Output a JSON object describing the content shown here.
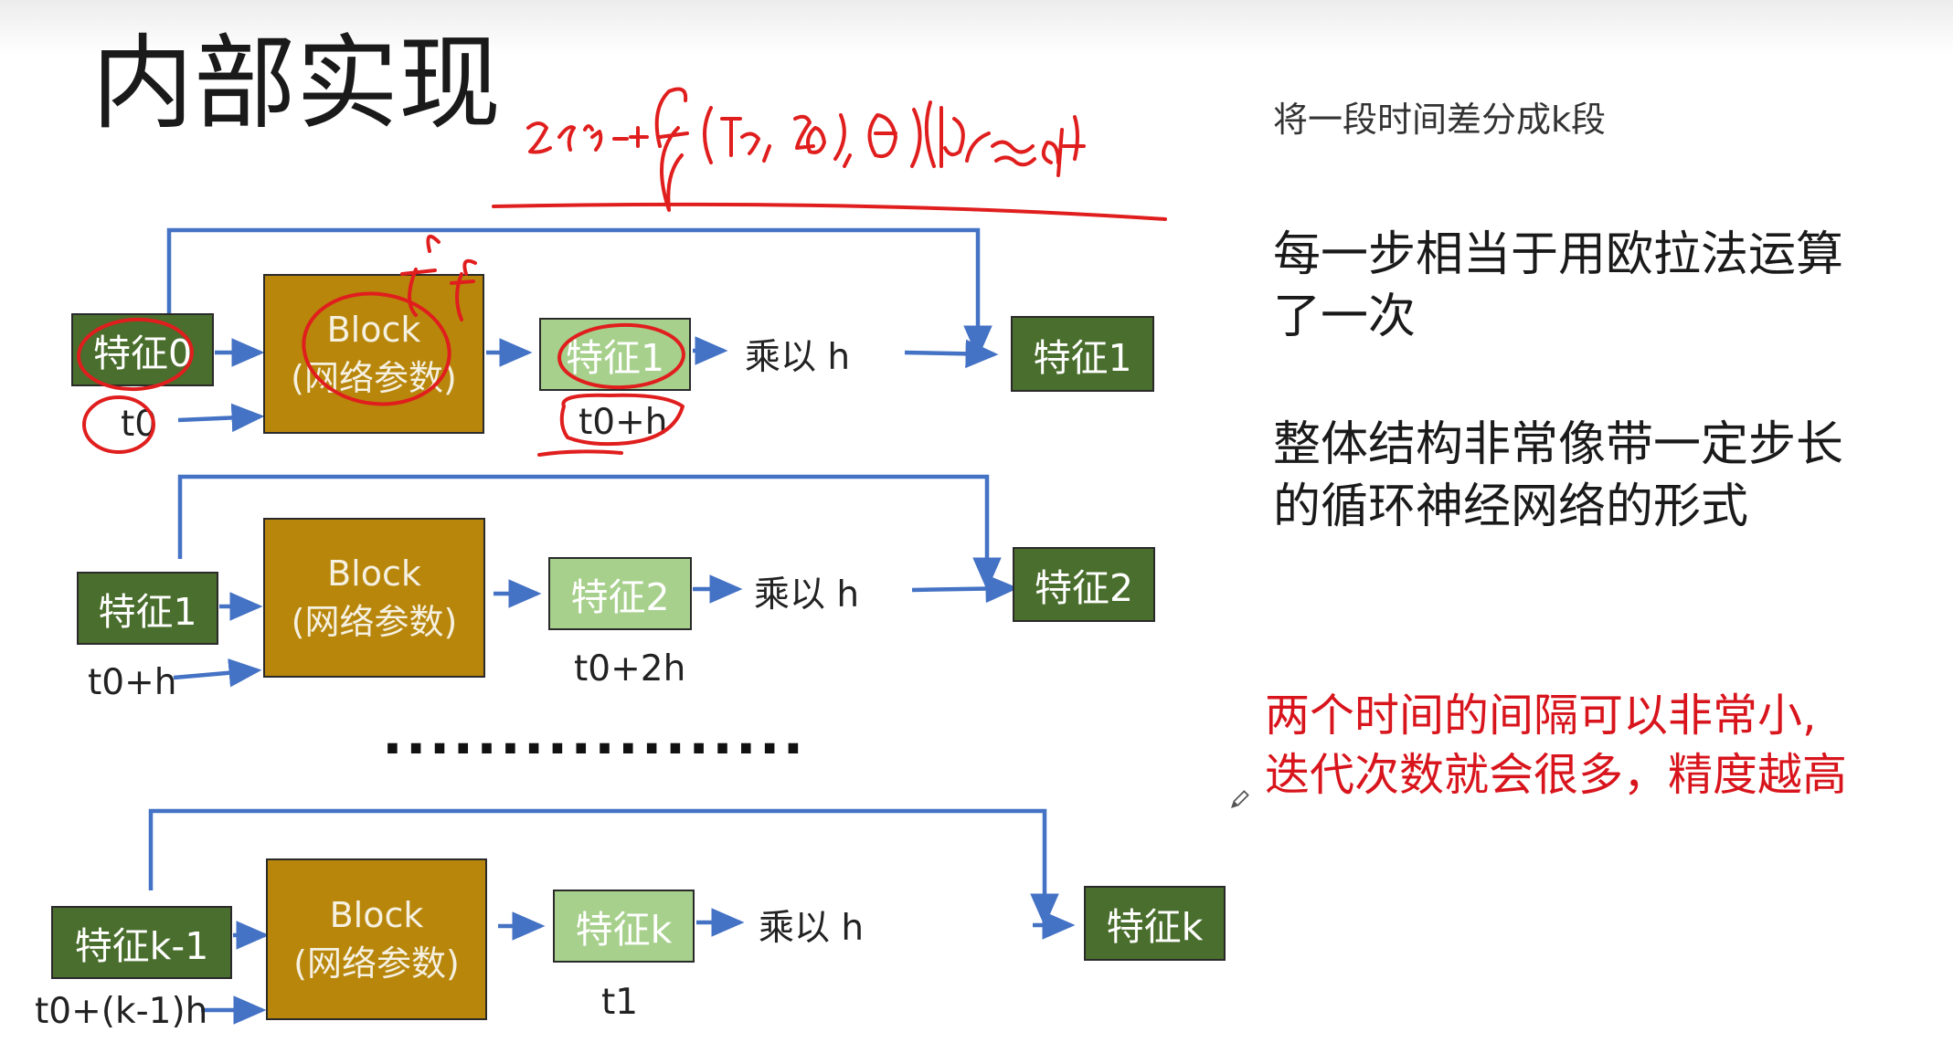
{
  "title": "内部实现",
  "notes": {
    "k_segments": "将一段时间差分成k段",
    "euler_line1": "每一步相当于用欧拉法运算",
    "euler_line2": "了一次",
    "rnn_line1": "整体结构非常像带一定步长",
    "rnn_line2": "的循环神经网络的形式",
    "red_line1": "两个时间的间隔可以非常小,",
    "red_line2": "迭代次数就会很多，精度越高"
  },
  "rows": [
    {
      "input_feature": "特征0",
      "input_time": "t0",
      "block_line1": "Block",
      "block_line2": "(网络参数)",
      "output_feature": "特征1",
      "output_time": "t0+h",
      "multiply": "乘以 h",
      "result_feature": "特征1"
    },
    {
      "input_feature": "特征1",
      "input_time": "t0+h",
      "block_line1": "Block",
      "block_line2": "(网络参数)",
      "output_feature": "特征2",
      "output_time": "t0+2h",
      "multiply": "乘以 h",
      "result_feature": "特征2"
    },
    {
      "input_feature": "特征k-1",
      "input_time": "t0+(k-1)h",
      "block_line1": "Block",
      "block_line2": "(网络参数)",
      "output_feature": "特征k",
      "output_time": "t1",
      "multiply": "乘以 h",
      "result_feature": "特征k"
    }
  ],
  "ellipsis": "..................",
  "handwriting": {
    "formula": "z(t₀)+f(t₀,z(t₀),θ)(t)≈ dt",
    "f_marks": "f f"
  },
  "colors": {
    "feature_dark": "#4a6e2d",
    "feature_light": "#a7d08c",
    "block": "#b8860b",
    "arrow": "#4472c4",
    "annotation_red": "#d8141c"
  },
  "icons": {
    "cursor": "pencil-icon"
  }
}
